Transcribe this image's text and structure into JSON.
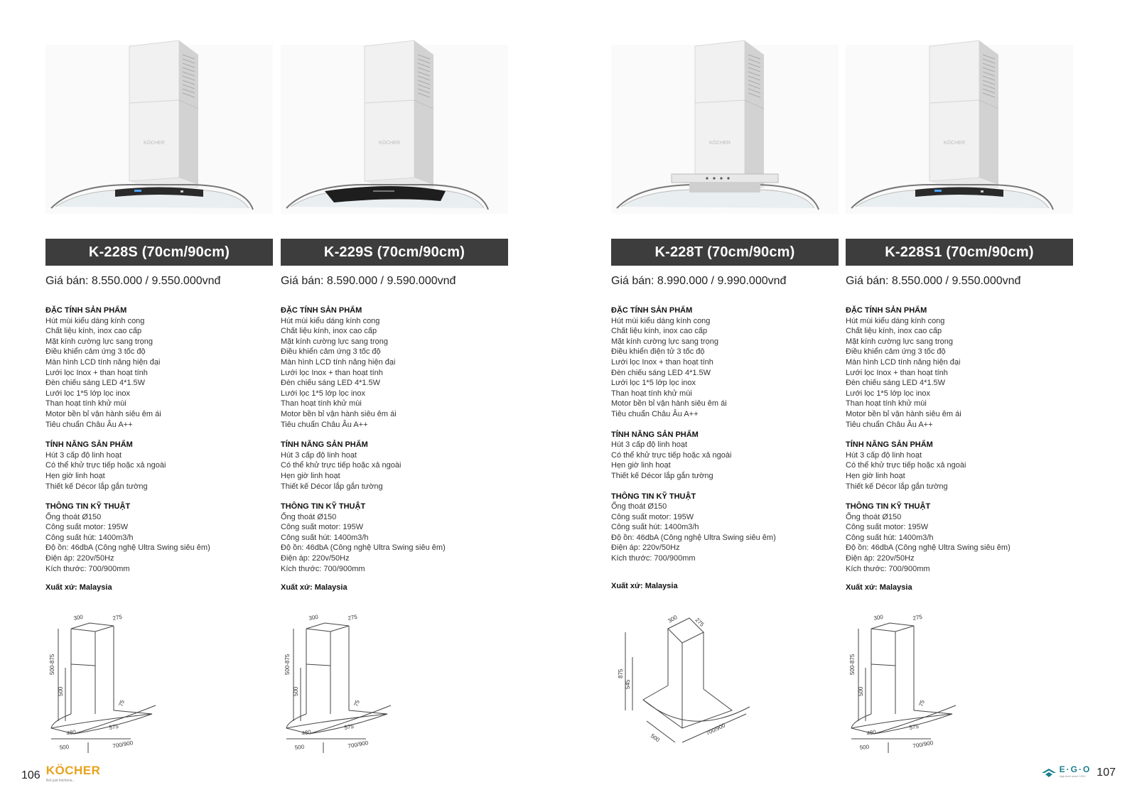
{
  "products": [
    {
      "model": "K-228S (70cm/90cm)",
      "price": "Giá bán: 8.550.000 / 9.550.000vnđ",
      "panel": "touch",
      "features_heading": "ĐẶC TÍNH SẢN PHẨM",
      "features": [
        "Hút mùi kiểu dáng kính cong",
        "Chất liệu kính, inox cao cấp",
        "Mặt kính cường lực sang trọng",
        "Điều khiển cảm ứng 3 tốc độ",
        "Màn hình LCD tính năng hiện đại",
        "Lưới lọc Inox + than hoạt tính",
        "Đèn chiếu sáng LED 4*1.5W",
        "Lưới lọc 1*5 lớp lọc inox",
        "Than hoạt tính khử mùi",
        "Motor bền bỉ vận hành siêu êm ái",
        "Tiêu chuẩn Châu Âu A++"
      ],
      "functions_heading": "TÍNH NĂNG SẢN PHẨM",
      "functions": [
        "Hút 3 cấp độ linh hoạt",
        "Có thể khử trực tiếp hoặc xả ngoài",
        "Hẹn giờ linh hoạt",
        "Thiết kế Décor lắp gắn tường"
      ],
      "tech_heading": "THÔNG TIN KỸ THUẬT",
      "tech": [
        "Ống thoát Ø150",
        "Công suất motor: 195W",
        "Công suất hút: 1400m3/h",
        "Độ ồn: 46dbA (Công nghệ Ultra Swing siêu êm)",
        "Điện áp: 220v/50Hz",
        "Kích thước: 700/900mm"
      ],
      "origin": "Xuất xứ: Malaysia",
      "dims": {
        "w1": "300",
        "w2": "275",
        "h1": "500-875",
        "h2": "500",
        "h3": "75",
        "d1": "480",
        "d2": "575",
        "d3": "500",
        "d4": "700/900"
      }
    },
    {
      "model": "K-229S (70cm/90cm)",
      "price": "Giá bán: 8.590.000 / 9.590.000vnđ",
      "panel": "touch-dark",
      "features_heading": "ĐẶC TÍNH SẢN PHẨM",
      "features": [
        "Hút mùi kiểu dáng kính cong",
        "Chất liệu kính, inox cao cấp",
        "Mặt kính cường lực sang trọng",
        "Điều khiển cảm ứng 3 tốc độ",
        "Màn hình LCD tính năng hiện đại",
        "Lưới lọc Inox + than hoạt tính",
        "Đèn chiếu sáng LED 4*1.5W",
        "Lưới lọc 1*5 lớp lọc inox",
        "Than hoạt tính khử mùi",
        "Motor bền bỉ vận hành siêu êm ái",
        "Tiêu chuẩn Châu Âu A++"
      ],
      "functions_heading": "TÍNH NĂNG SẢN PHẨM",
      "functions": [
        "Hút 3 cấp độ linh hoạt",
        "Có thể khử trực tiếp hoặc xả ngoài",
        "Hẹn giờ linh hoạt",
        "Thiết kế Décor lắp gắn tường"
      ],
      "tech_heading": "THÔNG TIN KỸ THUẬT",
      "tech": [
        "Ống thoát Ø150",
        "Công suất motor: 195W",
        "Công suất hút: 1400m3/h",
        "Độ ồn: 46dbA (Công nghệ Ultra Swing siêu êm)",
        "Điện áp: 220v/50Hz",
        "Kích thước: 700/900mm"
      ],
      "origin": "Xuất xứ: Malaysia",
      "dims": {
        "w1": "300",
        "w2": "275",
        "h1": "500-875",
        "h2": "500",
        "h3": "75",
        "d1": "480",
        "d2": "575",
        "d3": "500",
        "d4": "700/900"
      }
    },
    {
      "model": "K-228T (70cm/90cm)",
      "price": "Giá bán: 8.990.000 / 9.990.000vnđ",
      "panel": "buttons",
      "features_heading": "ĐẶC TÍNH SẢN PHẨM",
      "features": [
        "Hút mùi kiểu dáng kính cong",
        "Chất liệu kính, inox cao cấp",
        "Mặt kính cường lực sang trọng",
        "Điều khiển điện tử 3 tốc độ",
        "Lưới lọc Inox + than hoạt tính",
        "Đèn chiếu sáng LED 4*1.5W",
        "Lưới lọc 1*5 lớp lọc inox",
        "Than hoạt tính khử mùi",
        "Motor bền bỉ vận hành siêu êm ái",
        "Tiêu chuẩn Châu Âu A++"
      ],
      "functions_heading": "TÍNH NĂNG SẢN PHẨM",
      "functions": [
        "Hút 3 cấp độ linh hoạt",
        "Có thể khử trực tiếp hoặc xả ngoài",
        "Hẹn giờ linh hoạt",
        "Thiết kế Décor lắp gắn tường"
      ],
      "tech_heading": "THÔNG TIN KỸ THUẬT",
      "tech": [
        "Ống thoát Ø150",
        "Công suất motor: 195W",
        "Công suất hút: 1400m3/h",
        "Độ ồn: 46dbA (Công nghệ Ultra Swing siêu êm)",
        "Điện áp: 220v/50Hz",
        "Kích thước: 700/900mm"
      ],
      "origin": "Xuất xứ: Malaysia",
      "dims": {
        "w1": "300",
        "w2": "275",
        "h1": "875",
        "h2": "545",
        "d3": "500",
        "d4": "700/900"
      }
    },
    {
      "model": "K-228S1 (70cm/90cm)",
      "price": "Giá bán: 8.550.000 / 9.550.000vnđ",
      "panel": "touch",
      "features_heading": "ĐẶC TÍNH SẢN PHẨM",
      "features": [
        "Hút mùi kiểu dáng kính cong",
        "Chất liệu kính, inox cao cấp",
        "Mặt kính cường lực sang trọng",
        "Điều khiển cảm ứng 3 tốc độ",
        "Màn hình LCD tính năng hiện đại",
        "Lưới lọc Inox + than hoạt tính",
        "Đèn chiếu sáng LED 4*1.5W",
        "Lưới lọc 1*5 lớp lọc inox",
        "Than hoạt tính khử mùi",
        "Motor bền bỉ vận hành siêu êm ái",
        "Tiêu chuẩn Châu Âu A++"
      ],
      "functions_heading": "TÍNH NĂNG SẢN PHẨM",
      "functions": [
        "Hút 3 cấp độ linh hoạt",
        "Có thể khử trực tiếp hoặc xả ngoài",
        "Hẹn giờ linh hoạt",
        "Thiết kế Décor lắp gắn tường"
      ],
      "tech_heading": "THÔNG TIN KỸ THUẬT",
      "tech": [
        "Ống thoát Ø150",
        "Công suất motor: 195W",
        "Công suất hút: 1400m3/h",
        "Độ ồn: 46dbA (Công nghệ Ultra Swing siêu êm)",
        "Điện áp: 220v/50Hz",
        "Kích thước: 700/900mm"
      ],
      "origin": "Xuất xứ: Malaysia",
      "dims": {
        "w1": "300",
        "w2": "275",
        "h1": "500-875",
        "h2": "500",
        "h3": "75",
        "d1": "480",
        "d2": "575",
        "d3": "500",
        "d4": "700/900"
      }
    }
  ],
  "footer": {
    "left_page": "106",
    "left_brand": "KÖCHER",
    "left_tagline": "Not just kitchens...",
    "right_brand": "E·G·O",
    "right_tagline": "high-tech since 1931",
    "right_page": "107"
  },
  "colors": {
    "bar": "#3d3d3d",
    "brand_kocher": "#e8a21c",
    "brand_ego": "#1a7f8e"
  },
  "icons": [
    "range-hood-photo",
    "dimension-drawing",
    "ego-logo-icon"
  ]
}
